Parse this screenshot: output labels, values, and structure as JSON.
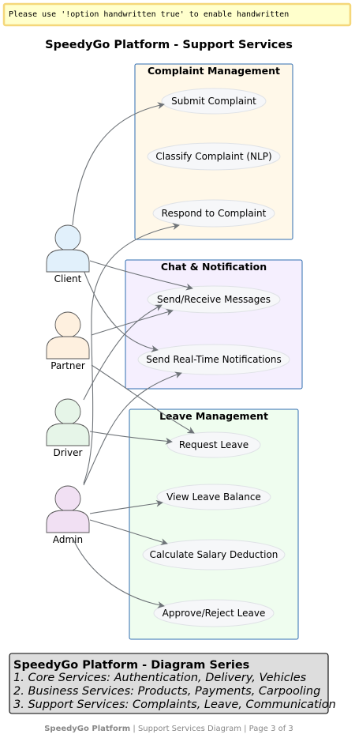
{
  "note": {
    "text": "Please use '!option handwritten true' to enable handwritten"
  },
  "title": "SpeedyGo Platform - Support Services",
  "colors": {
    "note_bg": "#ffffcc",
    "note_border": "#f5d77a",
    "package_border": "#2f6db0",
    "complaint_bg": "#fff8e9",
    "chat_bg": "#f5effe",
    "leave_bg": "#effdef",
    "usecase_fill": "#f6f7f9",
    "usecase_border": "#dfe2e6",
    "client_fill": "#e1f0fb",
    "partner_fill": "#fef0df",
    "driver_fill": "#e6f5e8",
    "admin_fill": "#f1e0f3",
    "arrow": "#6e7378",
    "legend_bg": "#dddddd"
  },
  "packages": {
    "complaint": {
      "title": "Complaint Management",
      "usecases": {
        "submit": "Submit Complaint",
        "classify": "Classify Complaint (NLP)",
        "respond": "Respond to Complaint"
      }
    },
    "chat": {
      "title": "Chat & Notification",
      "usecases": {
        "messages": "Send/Receive Messages",
        "notifications": "Send Real-Time Notifications"
      }
    },
    "leave": {
      "title": "Leave Management",
      "usecases": {
        "request": "Request Leave",
        "balance": "View Leave Balance",
        "salary": "Calculate Salary Deduction",
        "approve": "Approve/Reject Leave"
      }
    }
  },
  "actors": {
    "client": {
      "name": "Client",
      "icon": "user-icon"
    },
    "partner": {
      "name": "Partner",
      "icon": "user-icon"
    },
    "driver": {
      "name": "Driver",
      "icon": "user-icon"
    },
    "admin": {
      "name": "Admin",
      "icon": "user-icon"
    }
  },
  "relations": [
    {
      "from": "Client",
      "to": "Submit Complaint"
    },
    {
      "from": "Client",
      "to": "Send/Receive Messages"
    },
    {
      "from": "Client",
      "to": "Send Real-Time Notifications"
    },
    {
      "from": "Partner",
      "to": "Send/Receive Messages"
    },
    {
      "from": "Partner",
      "to": "Request Leave"
    },
    {
      "from": "Driver",
      "to": "Send/Receive Messages"
    },
    {
      "from": "Driver",
      "to": "Request Leave"
    },
    {
      "from": "Admin",
      "to": "Respond to Complaint"
    },
    {
      "from": "Admin",
      "to": "Send Real-Time Notifications"
    },
    {
      "from": "Admin",
      "to": "View Leave Balance"
    },
    {
      "from": "Admin",
      "to": "Calculate Salary Deduction"
    },
    {
      "from": "Admin",
      "to": "Approve/Reject Leave"
    }
  ],
  "legend": {
    "title": "SpeedyGo Platform - Diagram Series",
    "lines": [
      "1. Core Services: Authentication, Delivery, Vehicles",
      "2. Business Services: Products, Payments, Carpooling",
      "3. Support Services: Complaints, Leave, Communication"
    ]
  },
  "footer": {
    "brand": "SpeedyGo Platform",
    "rest": " | Support Services Diagram | Page 3 of 3"
  }
}
